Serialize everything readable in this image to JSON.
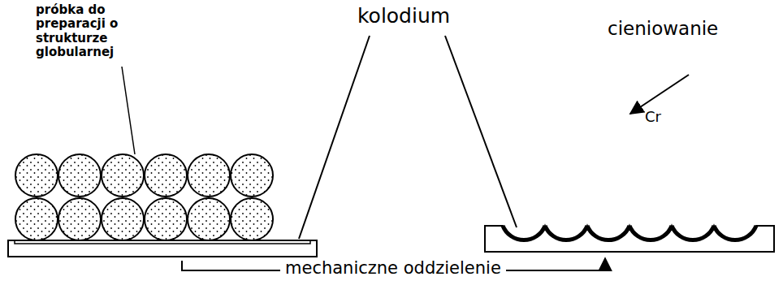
{
  "diagram": {
    "labels": [
      "próbka do preparacji o strukturze globularnej",
      "kolodium",
      "cieniowanie",
      "Cr",
      "mechaniczne oddzielenie"
    ]
  }
}
